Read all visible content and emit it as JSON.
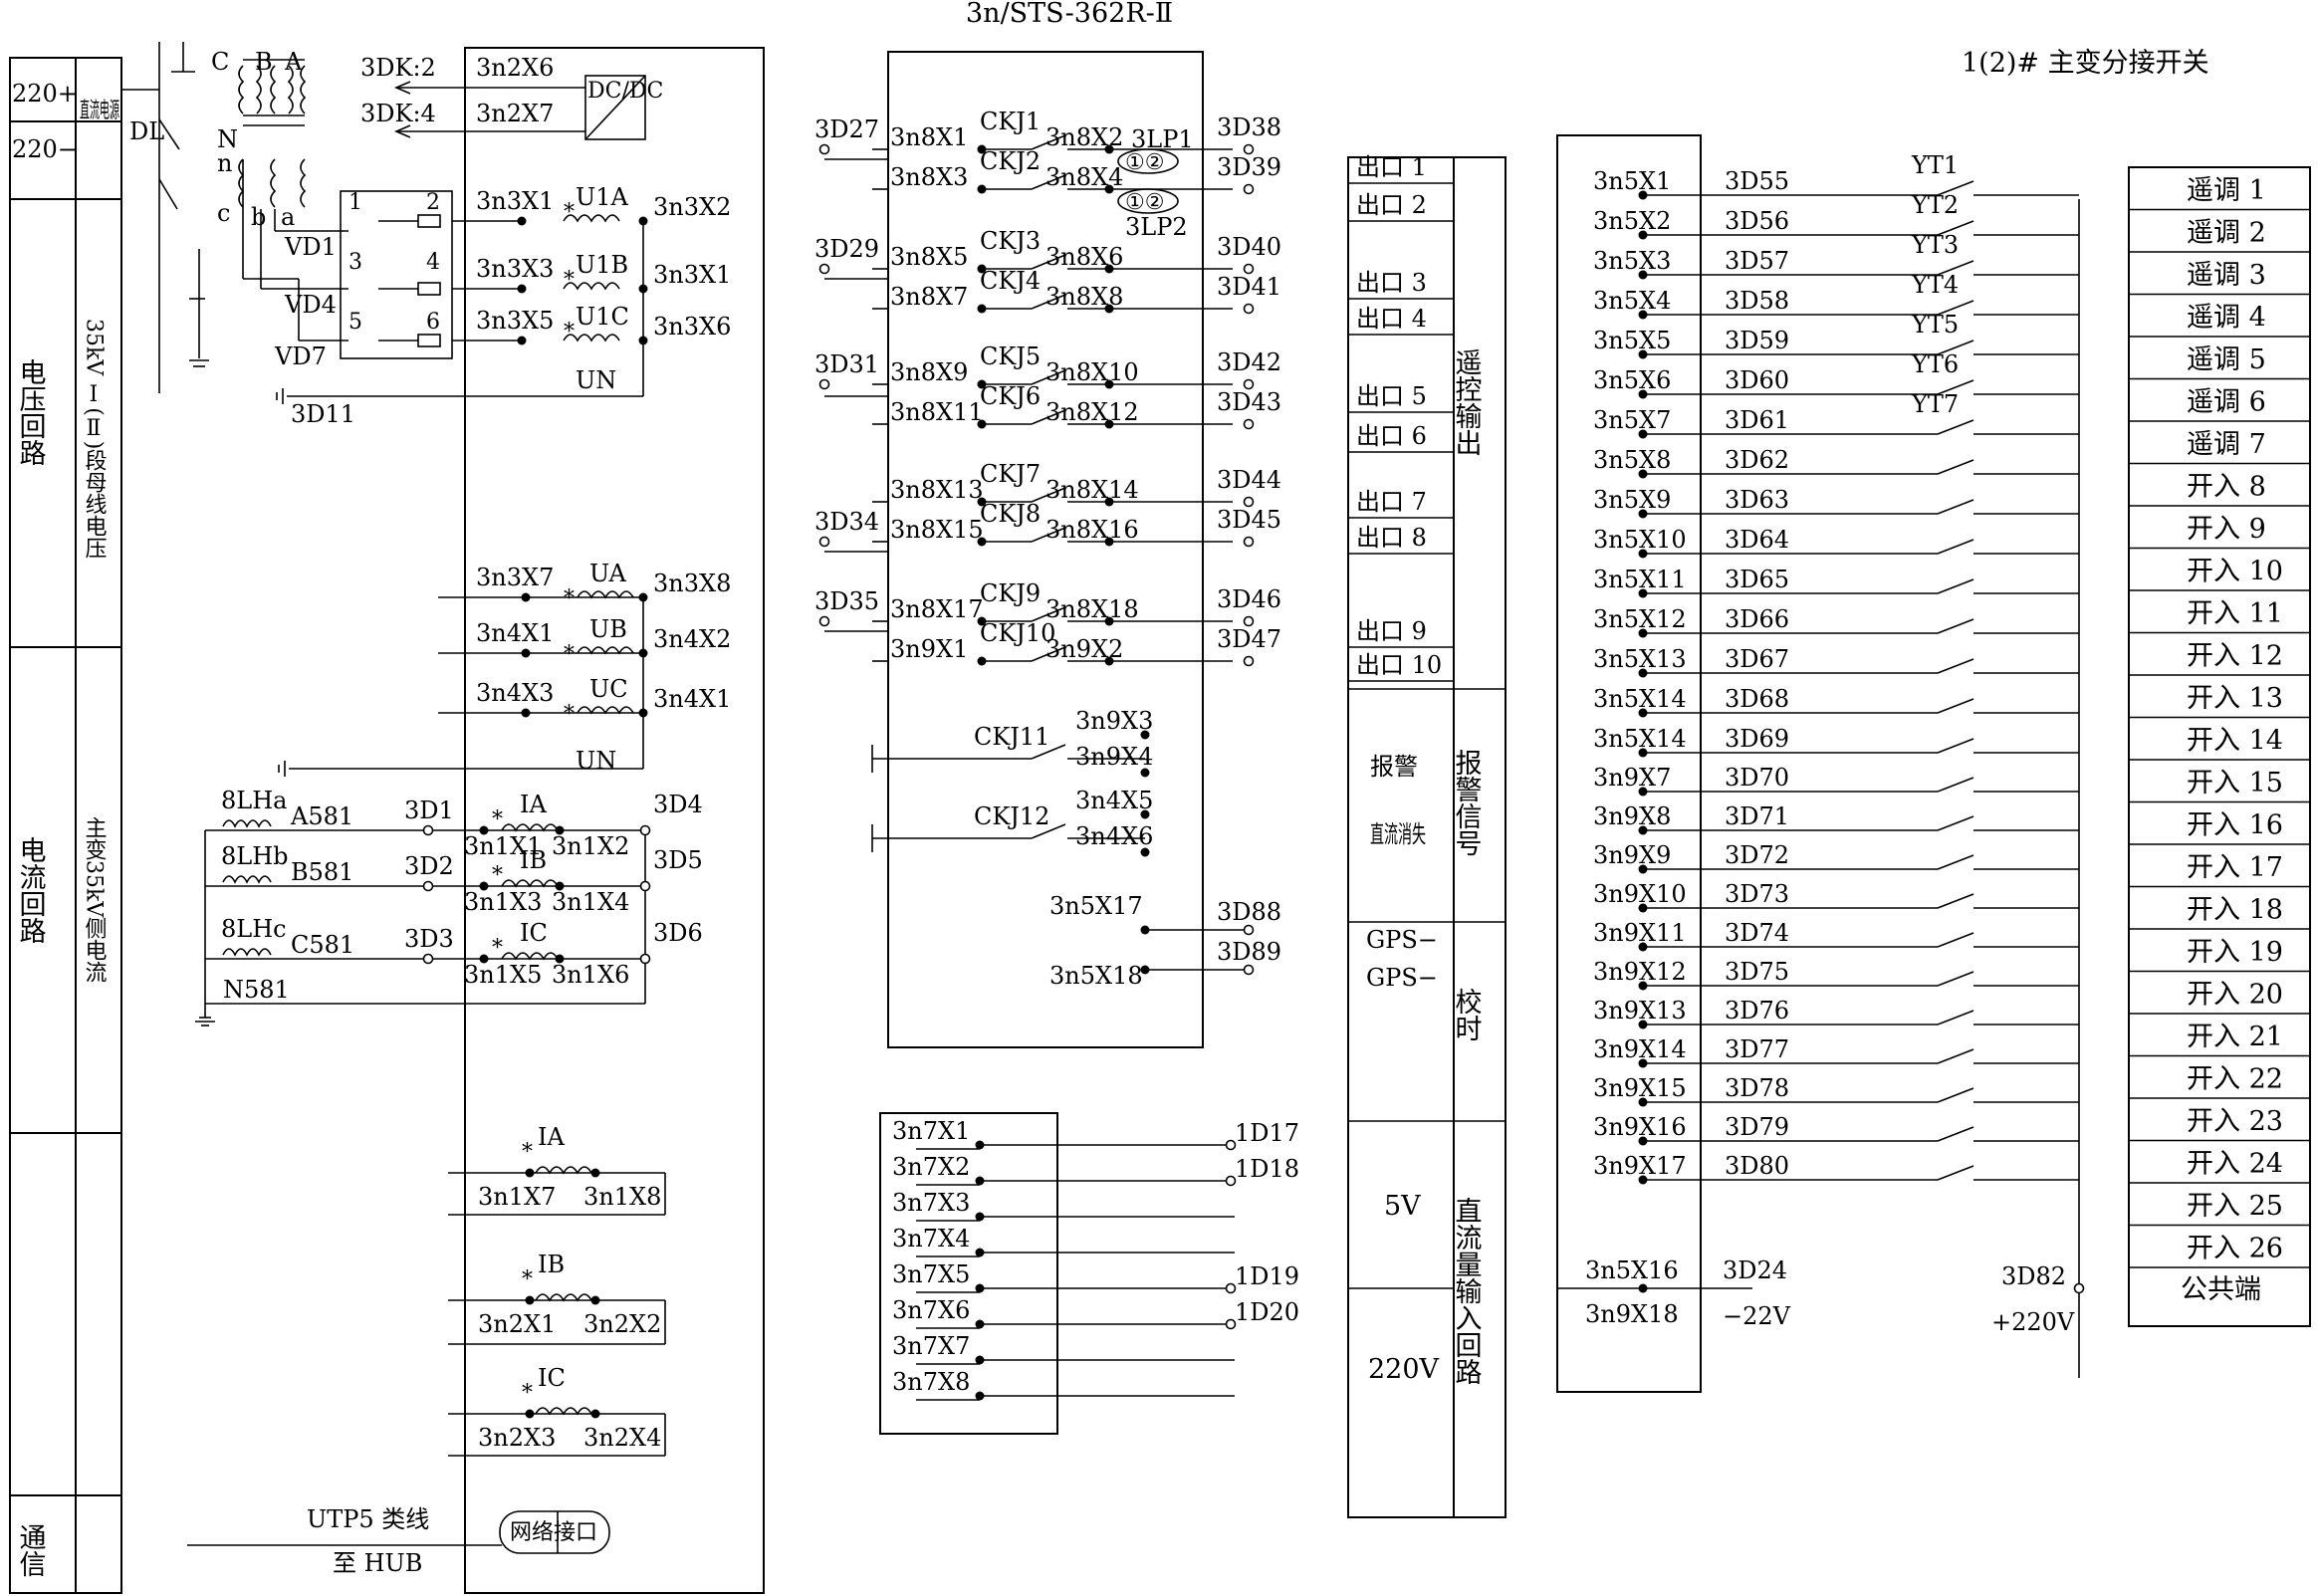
{
  "device_title": "3n/STS-362R-Ⅱ",
  "right_title": "1(2)# 主变分接开关",
  "left_table": {
    "dc_plus": "220+",
    "dc_minus": "220−",
    "dc_source": "直流电源",
    "voltage_circuit": "电压回路",
    "bus_voltage": "35kV Ⅰ(Ⅱ)段母线电压",
    "current_circuit": "电流回路",
    "main_current": "主变35kV侧电流",
    "comm": "通信"
  },
  "voltage_section": {
    "dl": "DL",
    "phases": [
      "C",
      "B",
      "A"
    ],
    "neutral_N": "N",
    "neutral_n": "n",
    "sec_c": "c",
    "sec_b": "b",
    "sec_a": "a",
    "fuses": [
      "VD1",
      "VD4",
      "VD7"
    ],
    "fuse_nums": [
      "1",
      "2",
      "3",
      "4",
      "5",
      "6"
    ],
    "ground_terminal": "3D11",
    "dk2": "3DK:2",
    "dk4": "3DK:4",
    "dc_in1": "3n2X6",
    "dc_in2": "3n2X7",
    "dcdc": "DC/DC",
    "u_rows": [
      {
        "lt": "3n3X1",
        "name": "U1A",
        "rt": "3n3X2"
      },
      {
        "lt": "3n3X3",
        "name": "U1B",
        "rt": "3n3X1"
      },
      {
        "lt": "3n3X5",
        "name": "U1C",
        "rt": "3n3X6"
      }
    ],
    "un": "UN",
    "u2_rows": [
      {
        "lt": "3n3X7",
        "name": "UA",
        "rt": "3n3X8"
      },
      {
        "lt": "3n4X1",
        "name": "UB",
        "rt": "3n4X2"
      },
      {
        "lt": "3n4X3",
        "name": "UC",
        "rt": "3n4X1"
      }
    ],
    "un2": "UN"
  },
  "current_section": {
    "rows": [
      {
        "ct": "8LHa",
        "wire": "A581",
        "term": "3D1",
        "name": "IA",
        "lt": "3n1X1",
        "rt": "3n1X2",
        "out": "3D4"
      },
      {
        "ct": "8LHb",
        "wire": "B581",
        "term": "3D2",
        "name": "IB",
        "lt": "3n1X3",
        "rt": "3n1X4",
        "out": "3D5"
      },
      {
        "ct": "8LHc",
        "wire": "C581",
        "term": "3D3",
        "name": "IC",
        "lt": "3n1X5",
        "rt": "3n1X6",
        "out": "3D6"
      }
    ],
    "neutral": "N581",
    "spare": [
      {
        "name": "IA",
        "lt": "3n1X7",
        "rt": "3n1X8"
      },
      {
        "name": "IB",
        "lt": "3n2X1",
        "rt": "3n2X2"
      },
      {
        "name": "IC",
        "lt": "3n2X3",
        "rt": "3n2X4"
      }
    ]
  },
  "comm_section": {
    "cable": "UTP5 类线",
    "hub": "至 HUB",
    "port": "网络接口"
  },
  "relay_box": {
    "rows": [
      {
        "in": "3D27",
        "lt": "3n8X1",
        "k": "CKJ1",
        "rt": "3n8X2",
        "lp": "3LP1",
        "out": "3D38"
      },
      {
        "in": "",
        "lt": "3n8X3",
        "k": "CKJ2",
        "rt": "3n8X4",
        "lp": "",
        "out": "3D39"
      },
      {
        "in": "3D29",
        "lt": "3n8X5",
        "k": "CKJ3",
        "rt": "3n8X6",
        "lp": "",
        "out": "3D40"
      },
      {
        "in": "",
        "lt": "3n8X7",
        "k": "CKJ4",
        "rt": "3n8X8",
        "lp": "",
        "out": "3D41"
      },
      {
        "in": "3D31",
        "lt": "3n8X9",
        "k": "CKJ5",
        "rt": "3n8X10",
        "lp": "",
        "out": "3D42"
      },
      {
        "in": "",
        "lt": "3n8X11",
        "k": "CKJ6",
        "rt": "3n8X12",
        "lp": "",
        "out": "3D43"
      },
      {
        "in": "",
        "lt": "3n8X13",
        "k": "CKJ7",
        "rt": "3n8X14",
        "lp": "",
        "out": "3D44"
      },
      {
        "in": "3D34",
        "lt": "3n8X15",
        "k": "CKJ8",
        "rt": "3n8X16",
        "lp": "",
        "out": "3D45"
      },
      {
        "in": "3D35",
        "lt": "3n8X17",
        "k": "CKJ9",
        "rt": "3n8X18",
        "lp": "",
        "out": "3D46"
      },
      {
        "in": "",
        "lt": "3n9X1",
        "k": "CKJ10",
        "rt": "3n9X2",
        "lp": "",
        "out": "3D47"
      }
    ],
    "lp2": "3LP2",
    "plate1": "①②",
    "plate2": "①②",
    "alarm_rows": [
      {
        "k": "CKJ11",
        "t1": "3n9X3",
        "t2": "3n9X4"
      },
      {
        "k": "CKJ12",
        "t1": "3n4X5",
        "t2": "3n4X6"
      }
    ],
    "gps": [
      {
        "lt": "3n5X17",
        "out": "3D88"
      },
      {
        "lt": "3n5X18",
        "out": "3D89"
      }
    ]
  },
  "analog_box": {
    "rows": [
      {
        "lt": "3n7X1",
        "out": "1D17"
      },
      {
        "lt": "3n7X2",
        "out": "1D18"
      },
      {
        "lt": "3n7X3",
        "out": ""
      },
      {
        "lt": "3n7X4",
        "out": ""
      },
      {
        "lt": "3n7X5",
        "out": "1D19"
      },
      {
        "lt": "3n7X6",
        "out": "1D20"
      },
      {
        "lt": "3n7X7",
        "out": ""
      },
      {
        "lt": "3n7X8",
        "out": ""
      }
    ]
  },
  "func_table": {
    "outputs": [
      "出口 1",
      "出口 2",
      "出口 3",
      "出口 4",
      "出口 5",
      "出口 6",
      "出口 7",
      "出口 8",
      "出口 9",
      "出口 10"
    ],
    "remote_ctrl": "遥控输出",
    "alarm": "报警",
    "dc_loss": "直流消失",
    "alarm_signal": "报警信号",
    "gps1": "GPS−",
    "gps2": "GPS−",
    "timing": "校时",
    "v5": "5V",
    "v220": "220V",
    "dc_analog": "直流量输入回路"
  },
  "input_box": {
    "rows": [
      {
        "lt": "3n5X1",
        "d": "3D55",
        "yt": "YT1"
      },
      {
        "lt": "3n5X2",
        "d": "3D56",
        "yt": "YT2"
      },
      {
        "lt": "3n5X3",
        "d": "3D57",
        "yt": "YT3"
      },
      {
        "lt": "3n5X4",
        "d": "3D58",
        "yt": "YT4"
      },
      {
        "lt": "3n5X5",
        "d": "3D59",
        "yt": "YT5"
      },
      {
        "lt": "3n5X6",
        "d": "3D60",
        "yt": "YT6"
      },
      {
        "lt": "3n5X7",
        "d": "3D61",
        "yt": "YT7"
      },
      {
        "lt": "3n5X8",
        "d": "3D62",
        "yt": ""
      },
      {
        "lt": "3n5X9",
        "d": "3D63",
        "yt": ""
      },
      {
        "lt": "3n5X10",
        "d": "3D64",
        "yt": ""
      },
      {
        "lt": "3n5X11",
        "d": "3D65",
        "yt": ""
      },
      {
        "lt": "3n5X12",
        "d": "3D66",
        "yt": ""
      },
      {
        "lt": "3n5X13",
        "d": "3D67",
        "yt": ""
      },
      {
        "lt": "3n5X14",
        "d": "3D68",
        "yt": ""
      },
      {
        "lt": "3n5X14",
        "d": "3D69",
        "yt": ""
      },
      {
        "lt": "3n9X7",
        "d": "3D70",
        "yt": ""
      },
      {
        "lt": "3n9X8",
        "d": "3D71",
        "yt": ""
      },
      {
        "lt": "3n9X9",
        "d": "3D72",
        "yt": ""
      },
      {
        "lt": "3n9X10",
        "d": "3D73",
        "yt": ""
      },
      {
        "lt": "3n9X11",
        "d": "3D74",
        "yt": ""
      },
      {
        "lt": "3n9X12",
        "d": "3D75",
        "yt": ""
      },
      {
        "lt": "3n9X13",
        "d": "3D76",
        "yt": ""
      },
      {
        "lt": "3n9X14",
        "d": "3D77",
        "yt": ""
      },
      {
        "lt": "3n9X15",
        "d": "3D78",
        "yt": ""
      },
      {
        "lt": "3n9X16",
        "d": "3D79",
        "yt": ""
      },
      {
        "lt": "3n9X17",
        "d": "3D80",
        "yt": ""
      }
    ],
    "pwr_lt1": "3n5X16",
    "pwr_lt2": "3n9X18",
    "pwr_d": "3D24",
    "pwr_v": "−22V",
    "common_d": "3D82",
    "common_v": "+220V"
  },
  "right_table": {
    "items": [
      "遥调 1",
      "遥调 2",
      "遥调 3",
      "遥调 4",
      "遥调 5",
      "遥调 6",
      "遥调 7",
      "开入 8",
      "开入 9",
      "开入 10",
      "开入 11",
      "开入 12",
      "开入 13",
      "开入 14",
      "开入 15",
      "开入 16",
      "开入 17",
      "开入 18",
      "开入 19",
      "开入 20",
      "开入 21",
      "开入 22",
      "开入 23",
      "开入 24",
      "开入 25",
      "开入 26"
    ],
    "common": "公共端"
  }
}
